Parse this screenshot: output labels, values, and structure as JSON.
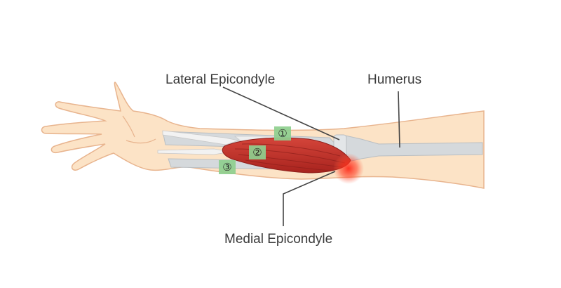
{
  "labels": {
    "lateral_epicondyle": "Lateral Epicondyle",
    "humerus": "Humerus",
    "medial_epicondyle": "Medial Epicondyle"
  },
  "markers": {
    "m1": "①",
    "m2": "②",
    "m3": "③"
  },
  "colors": {
    "skin": "#fce3c6",
    "skin_outline": "#e8b48e",
    "bone": "#d5d9dc",
    "muscle": "#c9342f",
    "muscle_dark": "#9e2420",
    "inflammation": "#ff2a1a",
    "marker": "#8fd08f",
    "leader_line": "#444444"
  }
}
